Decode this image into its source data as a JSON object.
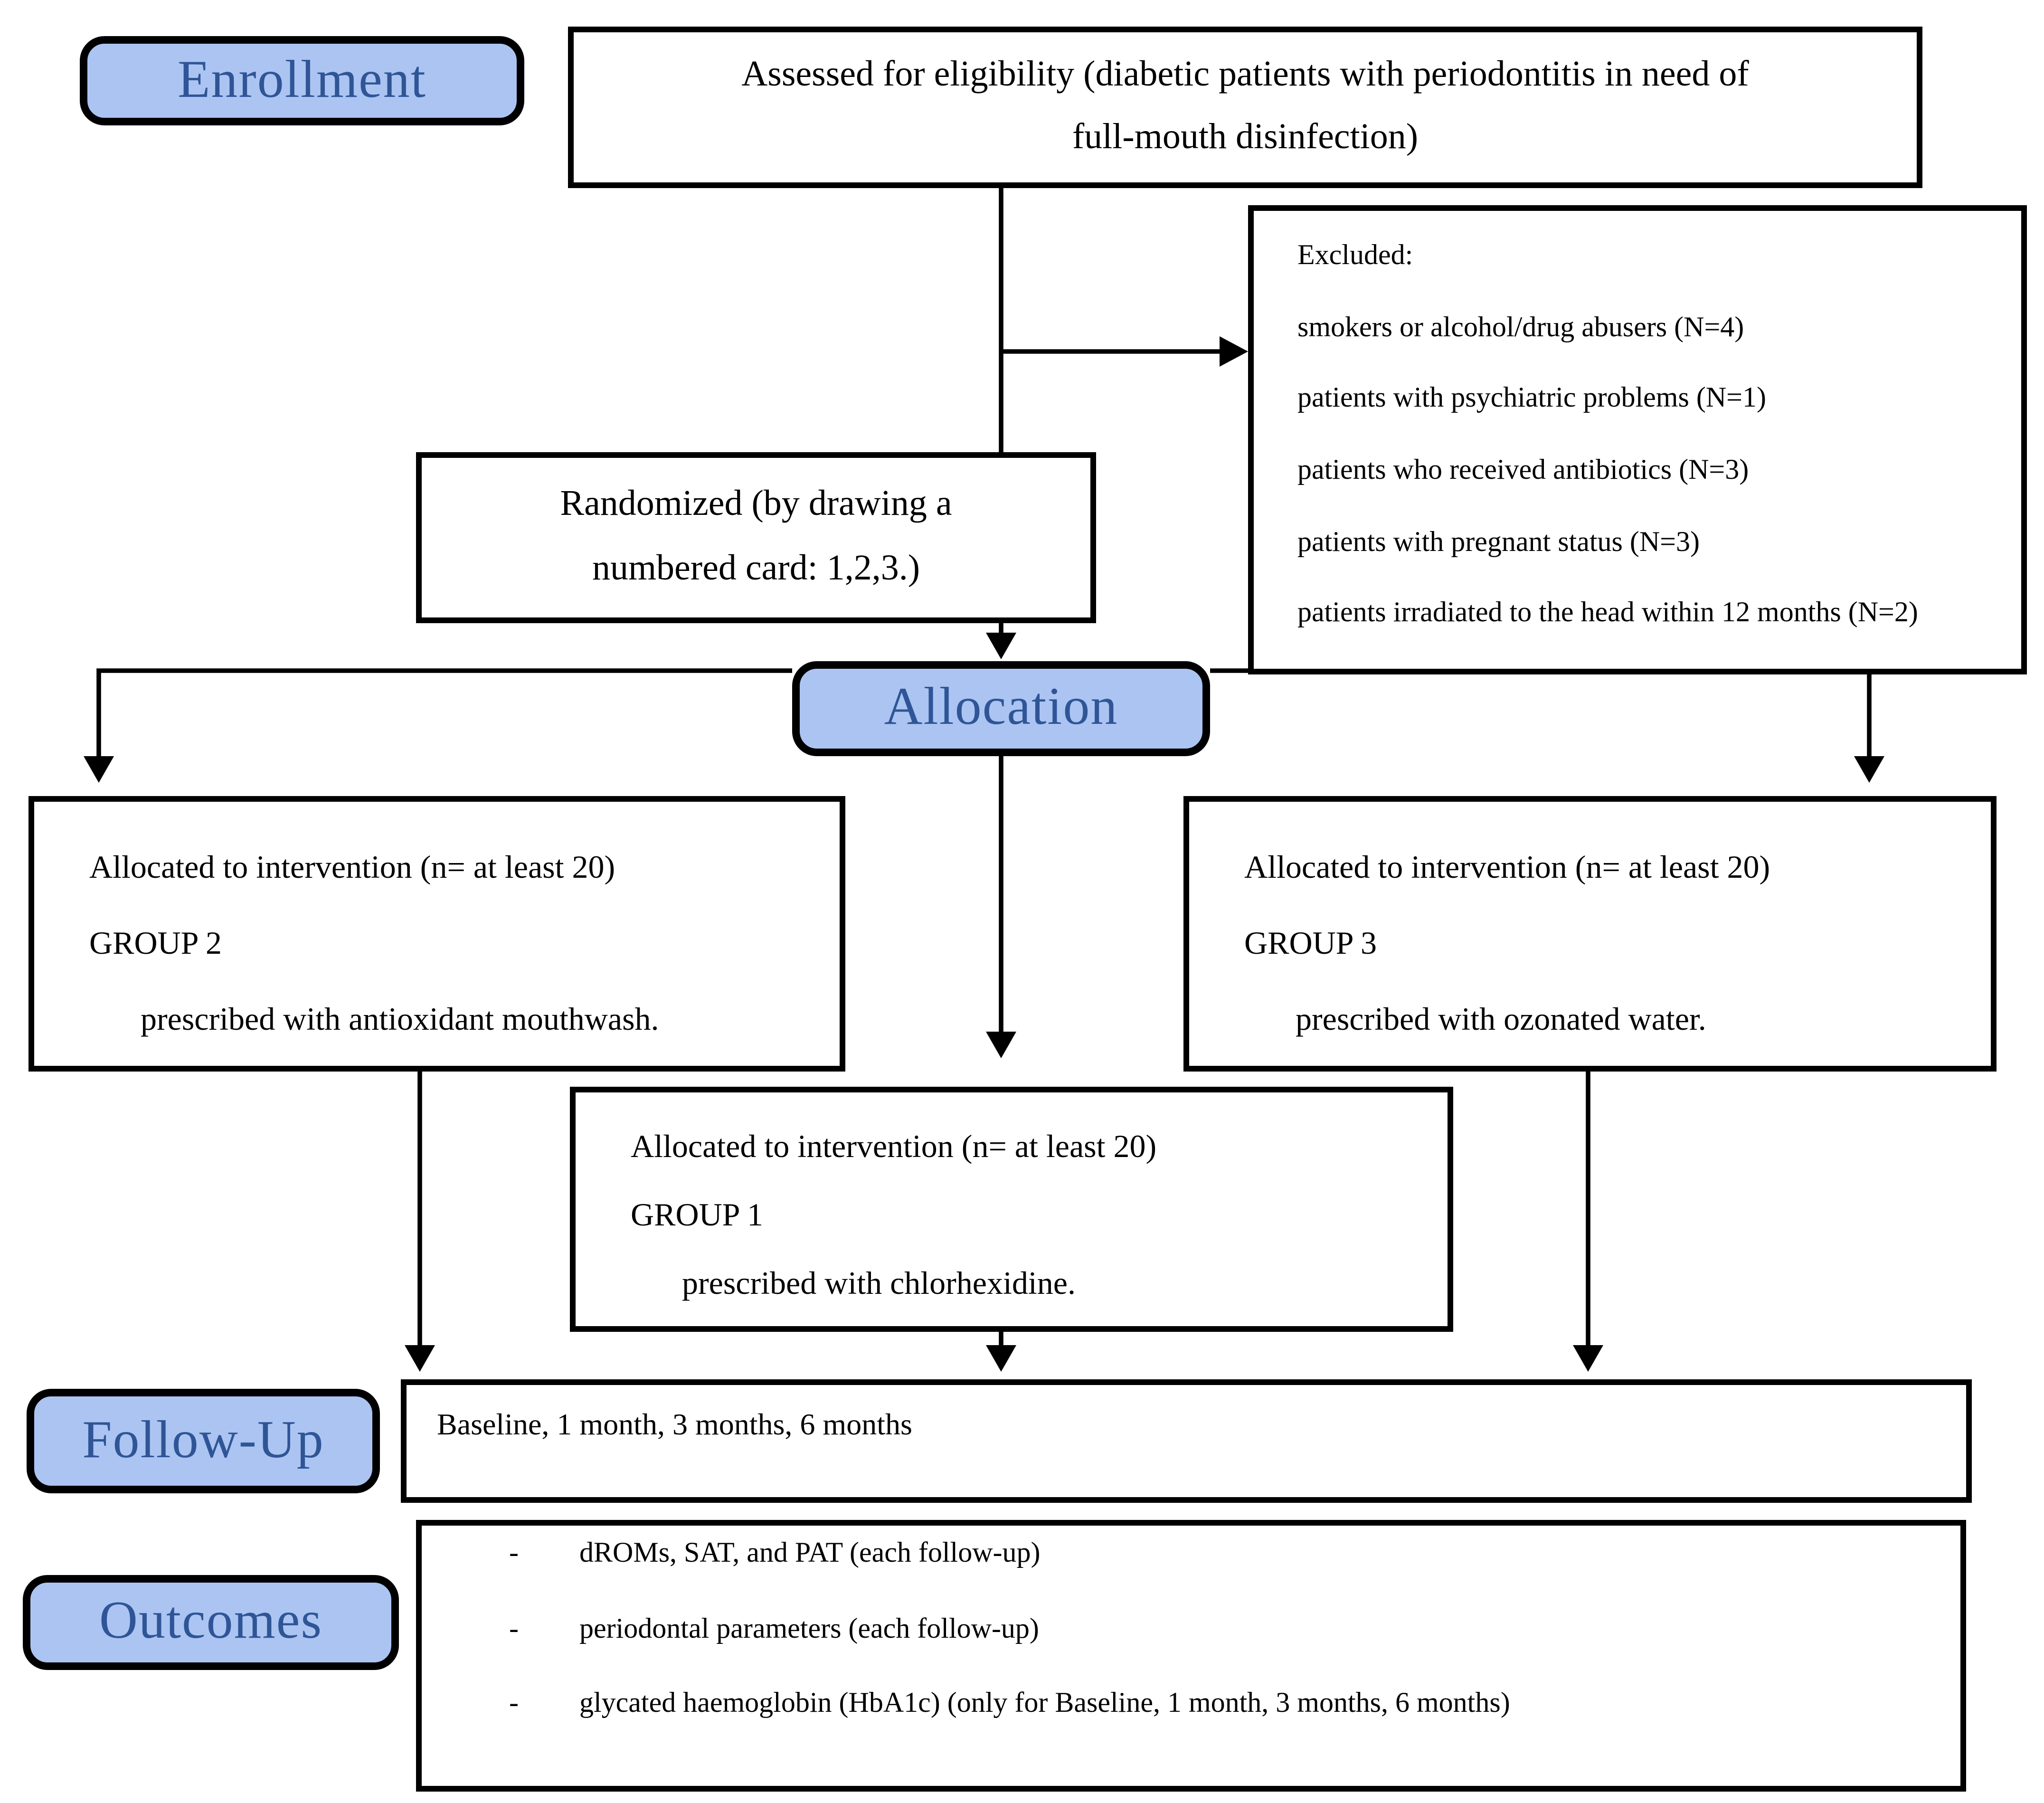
{
  "colors": {
    "pill_fill": "#abc4f2",
    "pill_text": "#2f5596",
    "line_color": "#000000",
    "box_background": "#ffffff"
  },
  "stages": {
    "enrollment": "Enrollment",
    "allocation": "Allocation",
    "followup": "Follow-Up",
    "outcomes": "Outcomes"
  },
  "boxes": {
    "assessed": {
      "line1": "Assessed for eligibility (diabetic patients with periodontitis in need of",
      "line2": "full-mouth disinfection)"
    },
    "excluded": {
      "title": "Excluded:",
      "items": [
        "smokers or alcohol/drug abusers (N=4)",
        "patients with psychiatric problems (N=1)",
        "patients who received antibiotics (N=3)",
        "patients with pregnant status (N=3)",
        "patients irradiated to the head within 12 months (N=2)"
      ]
    },
    "randomized": {
      "line1": "Randomized (by drawing a",
      "line2": "numbered card: 1,2,3.)"
    },
    "group2": {
      "allocated": "Allocated to intervention (n= at least 20)",
      "group": "GROUP 2",
      "prescription": "prescribed with antioxidant mouthwash."
    },
    "group1": {
      "allocated": "Allocated to intervention (n= at least 20)",
      "group": "GROUP 1",
      "prescription": "prescribed with chlorhexidine."
    },
    "group3": {
      "allocated": "Allocated to intervention (n= at least 20)",
      "group": "GROUP 3",
      "prescription": "prescribed with ozonated water."
    },
    "followup_schedule": {
      "text": "Baseline, 1 month, 3 months, 6 months"
    },
    "outcomes_list": {
      "bullet": "-",
      "items": [
        "dROMs, SAT, and PAT (each follow-up)",
        "periodontal parameters (each follow-up)",
        "glycated haemoglobin (HbA1c) (only for Baseline, 1 month, 3 months, 6 months)"
      ]
    }
  }
}
